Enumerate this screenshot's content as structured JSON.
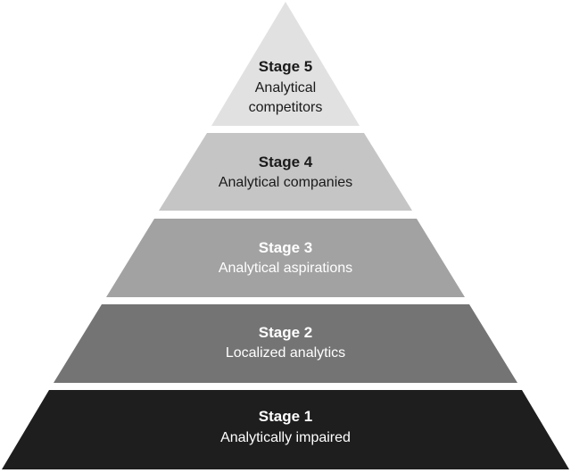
{
  "pyramid": {
    "levels": [
      {
        "stage": "Stage 5",
        "label_lines": [
          "Analytical",
          "competitors"
        ],
        "fill": "#e1e1e1",
        "text_color": "#1a1a1a"
      },
      {
        "stage": "Stage 4",
        "label_lines": [
          "Analytical companies"
        ],
        "fill": "#c5c5c5",
        "text_color": "#1a1a1a"
      },
      {
        "stage": "Stage 3",
        "label_lines": [
          "Analytical aspirations"
        ],
        "fill": "#a2a2a2",
        "text_color": "#ffffff"
      },
      {
        "stage": "Stage 2",
        "label_lines": [
          "Localized analytics"
        ],
        "fill": "#747474",
        "text_color": "#ffffff"
      },
      {
        "stage": "Stage 1",
        "label_lines": [
          "Analytically impaired"
        ],
        "fill": "#1e1e1e",
        "text_color": "#ffffff"
      }
    ]
  }
}
